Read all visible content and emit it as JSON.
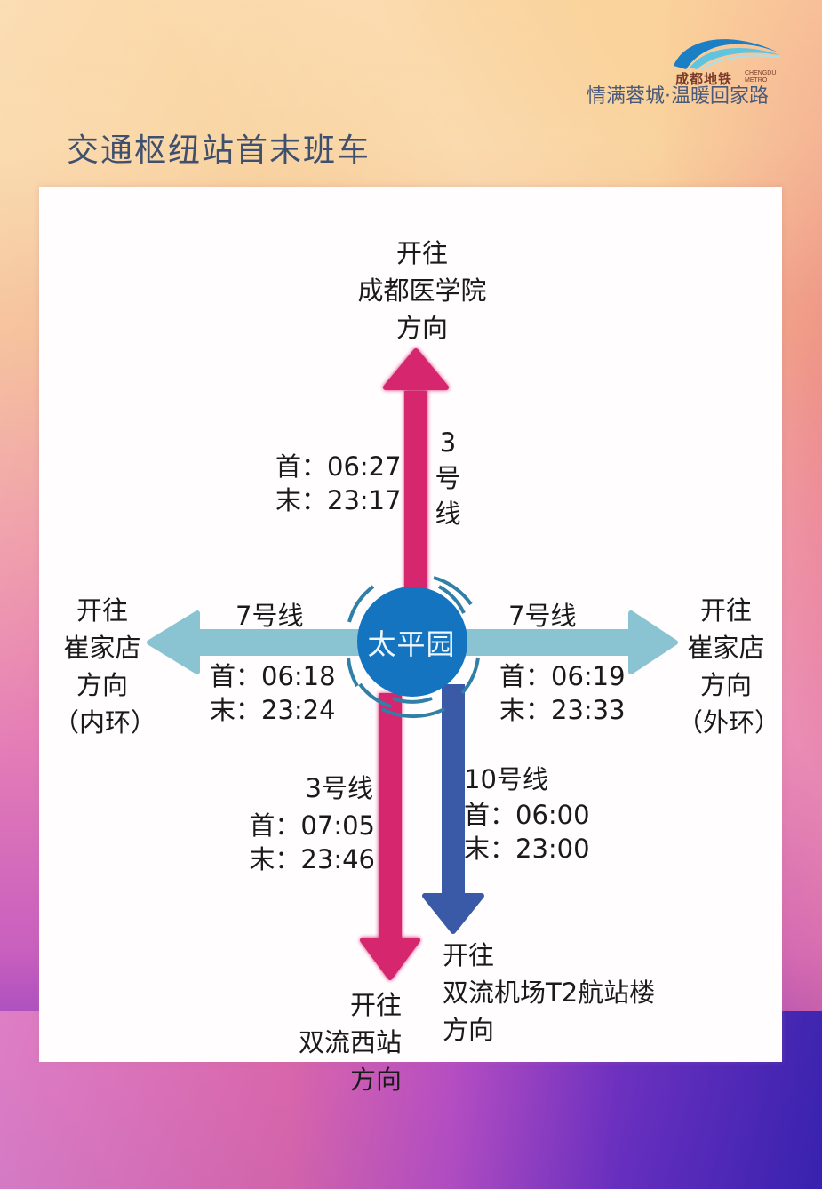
{
  "header": {
    "brand_cn": "成都地铁",
    "brand_en_line1": "CHENGDU",
    "brand_en_line2": "METRO",
    "slogan": "情满蓉城·温暖回家路",
    "title": "交通枢纽站首末班车"
  },
  "station": {
    "name": "太平园",
    "color": "#1574c0"
  },
  "colors": {
    "line3": "#d6266e",
    "line7": "#8ac4d2",
    "line10": "#3a5aa8",
    "title_text": "#3f4f6e"
  },
  "directions": {
    "north": {
      "line": "3号线",
      "line_vertical": [
        "3",
        "号",
        "线"
      ],
      "destination": [
        "开往",
        "成都医学院",
        "方向"
      ],
      "first": "首：06:27",
      "last": "末：23:17"
    },
    "west": {
      "line": "7号线",
      "destination": [
        "开往",
        "崔家店",
        "方向",
        "（内环）"
      ],
      "first": "首：06:18",
      "last": "末：23:24"
    },
    "east": {
      "line": "7号线",
      "destination": [
        "开往",
        "崔家店",
        "方向",
        "（外环）"
      ],
      "first": "首：06:19",
      "last": "末：23:33"
    },
    "south_line3": {
      "line": "3号线",
      "destination": [
        "开往",
        "双流西站",
        "方向"
      ],
      "first": "首：07:05",
      "last": "末：23:46"
    },
    "south_line10": {
      "line": "10号线",
      "destination": [
        "开往",
        "双流机场T2航站楼",
        "方向"
      ],
      "first": "首：06:00",
      "last": "末：23:00"
    }
  }
}
